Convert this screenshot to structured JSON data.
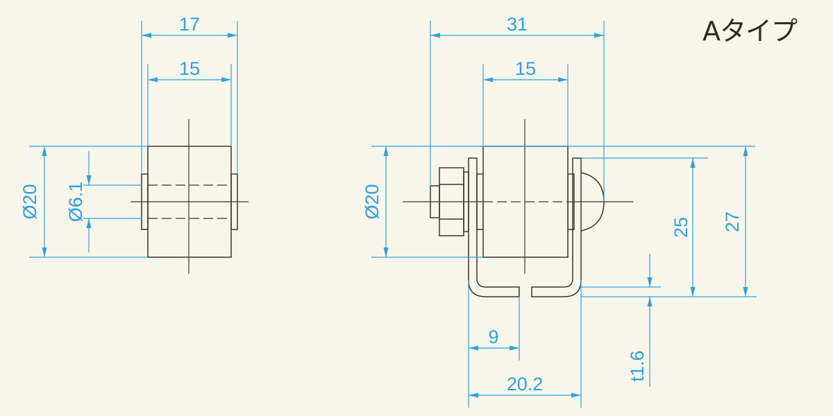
{
  "title": "Aタイプ",
  "colors": {
    "background": "#f8f5eb",
    "dimension": "#29a3df",
    "outline": "#3a342e"
  },
  "views": {
    "side": {
      "dims": {
        "width_outer": "17",
        "width_roller": "15",
        "roller_diameter": "Ø20",
        "shaft_diameter": "Ø6.1"
      }
    },
    "front": {
      "dims": {
        "overall_width": "31",
        "roller_width": "15",
        "roller_diameter": "Ø20",
        "height_inner": "25",
        "height_overall": "27",
        "slot_offset": "9",
        "base_width": "20.2",
        "thickness": "t1.6"
      }
    }
  }
}
